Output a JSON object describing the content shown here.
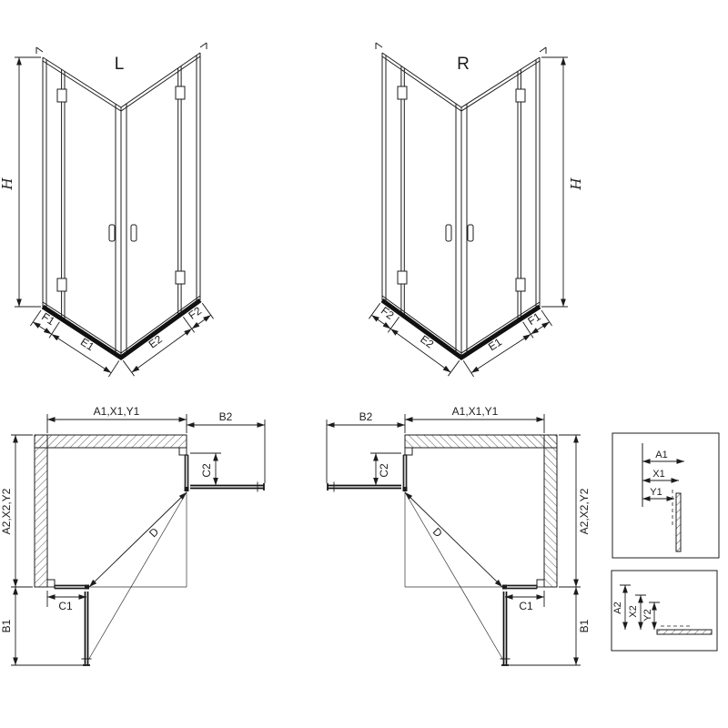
{
  "colors": {
    "ink": "#1c1c1c",
    "background": "#ffffff"
  },
  "view_l": {
    "title": "L",
    "h": "H",
    "f1": "F1",
    "e1": "E1",
    "e2": "E2",
    "f2": "F2"
  },
  "view_r": {
    "title": "R",
    "h": "H",
    "f1": "F1",
    "e1": "E1",
    "e2": "E2",
    "f2": "F2"
  },
  "plan_l": {
    "width": "A1,X1,Y1",
    "door_right": "B2",
    "fixed_right": "C2",
    "depth": "A2,X2,Y2",
    "door_bottom": "B1",
    "fixed_bottom": "C1",
    "diagonal": "D"
  },
  "plan_r": {
    "width": "A1,X1,Y1",
    "door_right": "B2",
    "fixed_right": "C2",
    "depth": "A2,X2,Y2",
    "door_bottom": "B1",
    "fixed_bottom": "C1",
    "diagonal": "D"
  },
  "detail_width": {
    "a": "A1",
    "x": "X1",
    "y": "Y1"
  },
  "detail_depth": {
    "a": "A2",
    "x": "X2",
    "y": "Y2"
  }
}
